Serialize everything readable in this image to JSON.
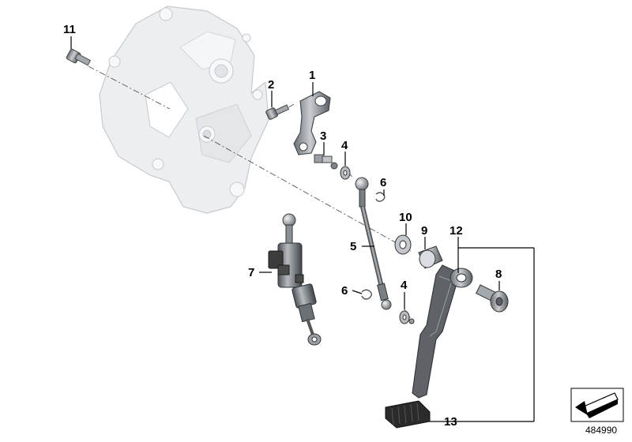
{
  "diagram": {
    "type": "exploded-parts-diagram",
    "reference_number": "484990",
    "callouts": [
      {
        "id": "c11",
        "label": "11"
      },
      {
        "id": "c1",
        "label": "1"
      },
      {
        "id": "c2",
        "label": "2"
      },
      {
        "id": "c3",
        "label": "3"
      },
      {
        "id": "c4a",
        "label": "4"
      },
      {
        "id": "c6a",
        "label": "6"
      },
      {
        "id": "c10",
        "label": "10"
      },
      {
        "id": "c9",
        "label": "9"
      },
      {
        "id": "c12",
        "label": "12"
      },
      {
        "id": "c5",
        "label": "5"
      },
      {
        "id": "c8",
        "label": "8"
      },
      {
        "id": "c7",
        "label": "7"
      },
      {
        "id": "c6b",
        "label": "6"
      },
      {
        "id": "c4b",
        "label": "4"
      },
      {
        "id": "c13",
        "label": "13"
      }
    ],
    "colors": {
      "housing_fill": "#eceef0",
      "housing_stroke": "#c6cacf",
      "metal_dark": "#5f6368",
      "metal_mid": "#9aa0a6",
      "metal_light": "#d5d8db",
      "rubber": "#2b2b2b",
      "connector": "#3c3c3c"
    }
  }
}
